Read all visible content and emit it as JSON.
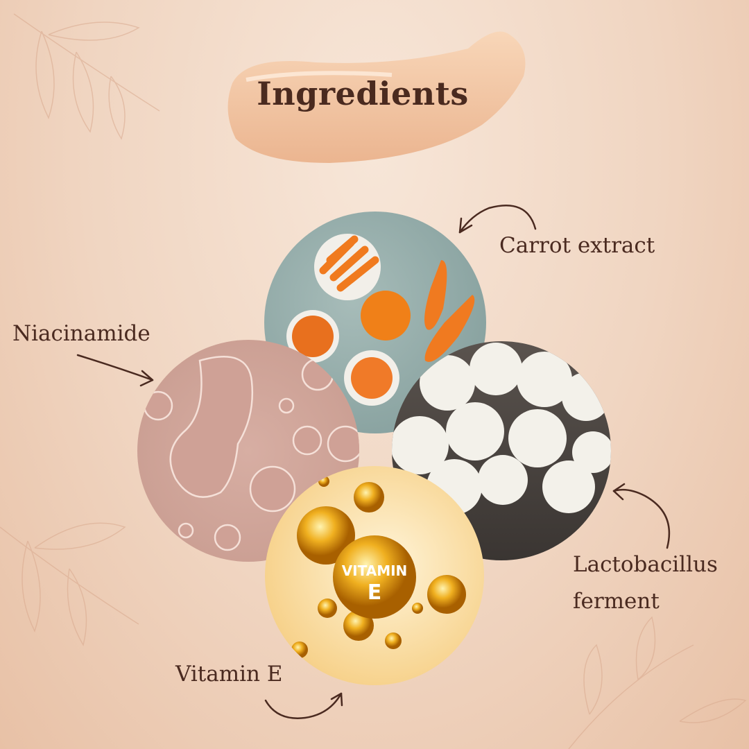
{
  "title": "Ingredients",
  "ingredients": [
    {
      "label": "Carrot extract"
    },
    {
      "label": "Niacinamide"
    },
    {
      "label_line1": "Lactobacillus",
      "label_line2": "ferment"
    },
    {
      "label": "Vitamin E",
      "badge_line1": "VITAMIN",
      "badge_line2": "E"
    }
  ],
  "colors": {
    "text": "#4a2a20",
    "swatch": "#f3c9a6",
    "background": "#f0d5c1"
  }
}
